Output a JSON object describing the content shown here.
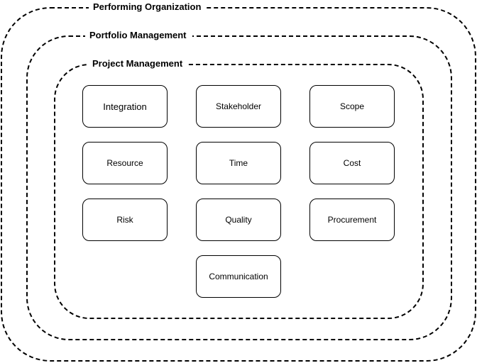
{
  "regions": {
    "organization": "Performing Organization",
    "portfolio": "Portfolio Management",
    "project": "Project Management"
  },
  "knowledge_areas": {
    "integration": "Integration",
    "stakeholder": "Stakeholder",
    "scope": "Scope",
    "resource": "Resource",
    "time": "Time",
    "cost": "Cost",
    "risk": "Risk",
    "quality": "Quality",
    "procurement": "Procurement",
    "communication": "Communication"
  }
}
